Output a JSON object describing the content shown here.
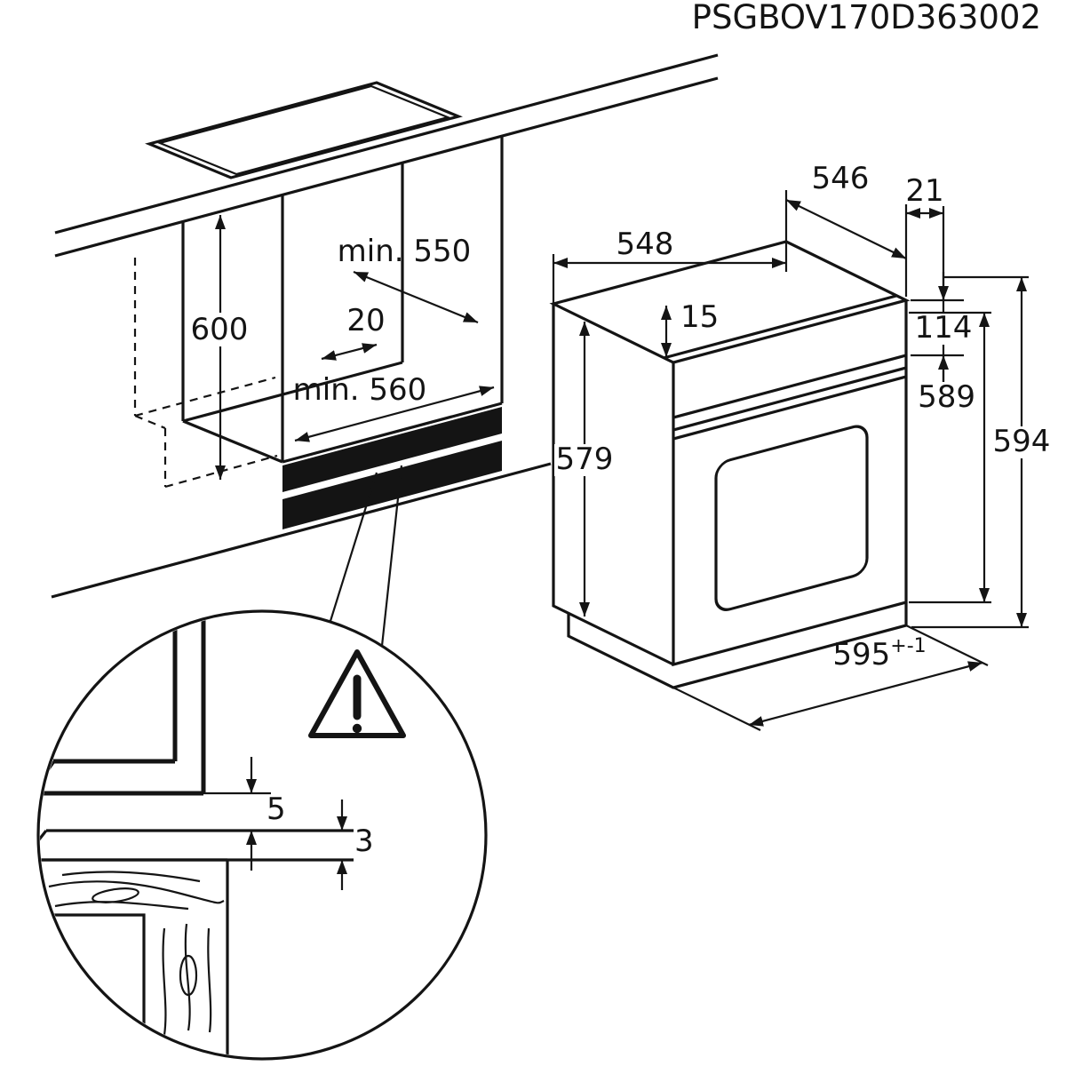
{
  "header": {
    "part_number": "PSGBOV170D363002"
  },
  "cabinet_view": {
    "dims": {
      "height": "600",
      "depth_min": "min. 550",
      "rear_gap": "20",
      "width_min": "min. 560"
    }
  },
  "oven_view": {
    "dims": {
      "top_width": "548",
      "top_depth": "546",
      "overhang": "21",
      "top_trim": "15",
      "panel_height": "114",
      "body_height": "589",
      "total_height": "594",
      "side_height": "579",
      "front_width": "595",
      "front_width_tolerance": "+-1"
    }
  },
  "detail_view": {
    "dims": {
      "upper_gap": "5",
      "lower_gap": "3"
    },
    "warning_icon": "exclamation-triangle"
  }
}
